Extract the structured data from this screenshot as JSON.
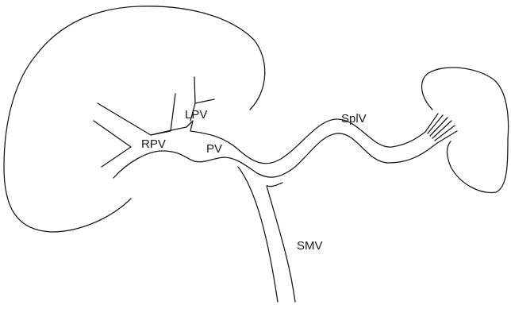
{
  "labels": {
    "rpv": "RPV",
    "lpv": "LPV",
    "pv": "PV",
    "splv": "SplV",
    "smv": "SMV"
  }
}
